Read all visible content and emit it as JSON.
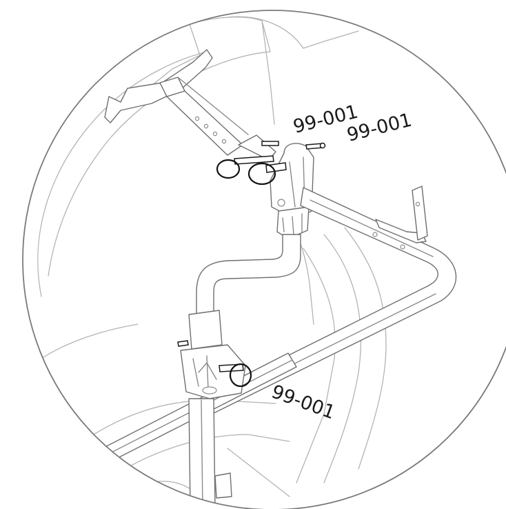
{
  "callouts": {
    "part_a": "99-001",
    "part_b": "99-001",
    "part_c": "99-001"
  }
}
